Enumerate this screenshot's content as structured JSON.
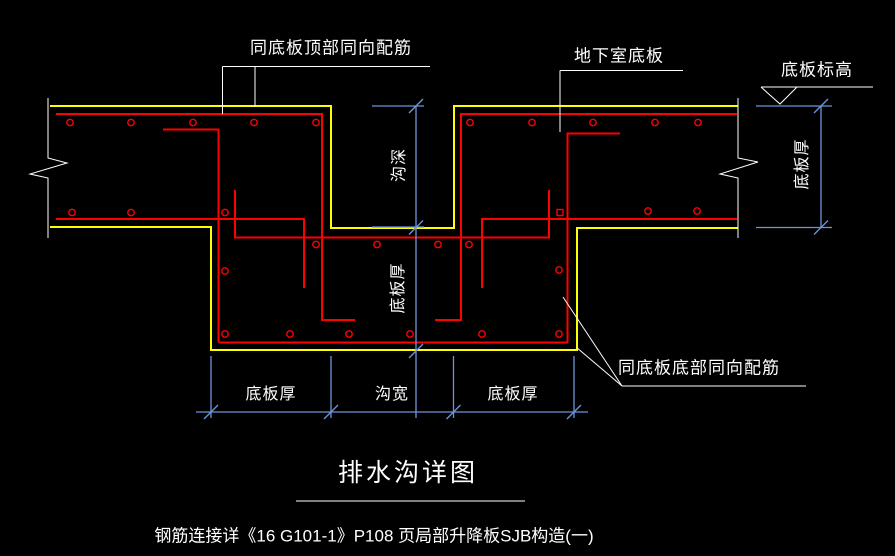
{
  "drawing": {
    "title": "排水沟详图",
    "note": "钢筋连接详《16 G101-1》P108 页局部升降板SJB构造(一)",
    "labels": {
      "top_rebar": "同底板顶部同向配筋",
      "basement_slab": "地下室底板",
      "slab_elevation": "底板标高",
      "bottom_rebar": "同底板底部同向配筋"
    },
    "dimension_labels": {
      "groove_depth_vertical": "沟深",
      "slab_thickness_vertical_mid": "底板厚",
      "slab_thickness_vertical_right": "底板厚",
      "slab_thickness_bottom_left": "底板厚",
      "groove_width_bottom": "沟宽",
      "slab_thickness_bottom_right": "底板厚"
    },
    "colors": {
      "background": "#000000",
      "concrete_outline": "#FFFF00",
      "rebar": "#FF0000",
      "dimension": "#6E95D9",
      "annotation": "#FFFFFF"
    }
  }
}
